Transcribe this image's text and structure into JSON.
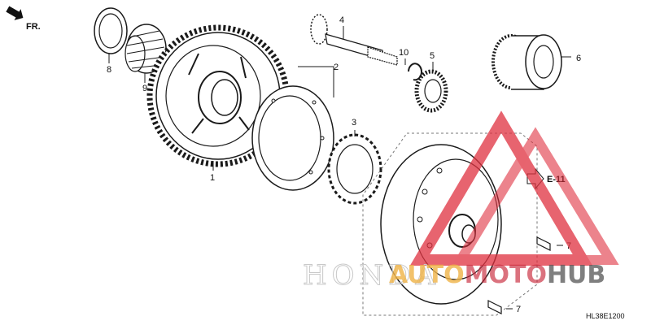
{
  "direction_label": "FR.",
  "reference_label": "E-11",
  "diagram_code": "HL38E1200",
  "watermark": {
    "part_auto": "AUTO",
    "part_moto": "MOTO",
    "part_hub": "HUB",
    "brand_text": "HONDA"
  },
  "callouts": {
    "c1": "1",
    "c2": "2",
    "c3": "3",
    "c4": "4",
    "c5": "5",
    "c6": "6",
    "c7a": "7",
    "c7b": "7",
    "c8": "8",
    "c9": "9",
    "c10": "10"
  },
  "colors": {
    "line": "#1a1a1a",
    "watermark_red": "#e0313f",
    "watermark_orange": "#f0b347"
  }
}
